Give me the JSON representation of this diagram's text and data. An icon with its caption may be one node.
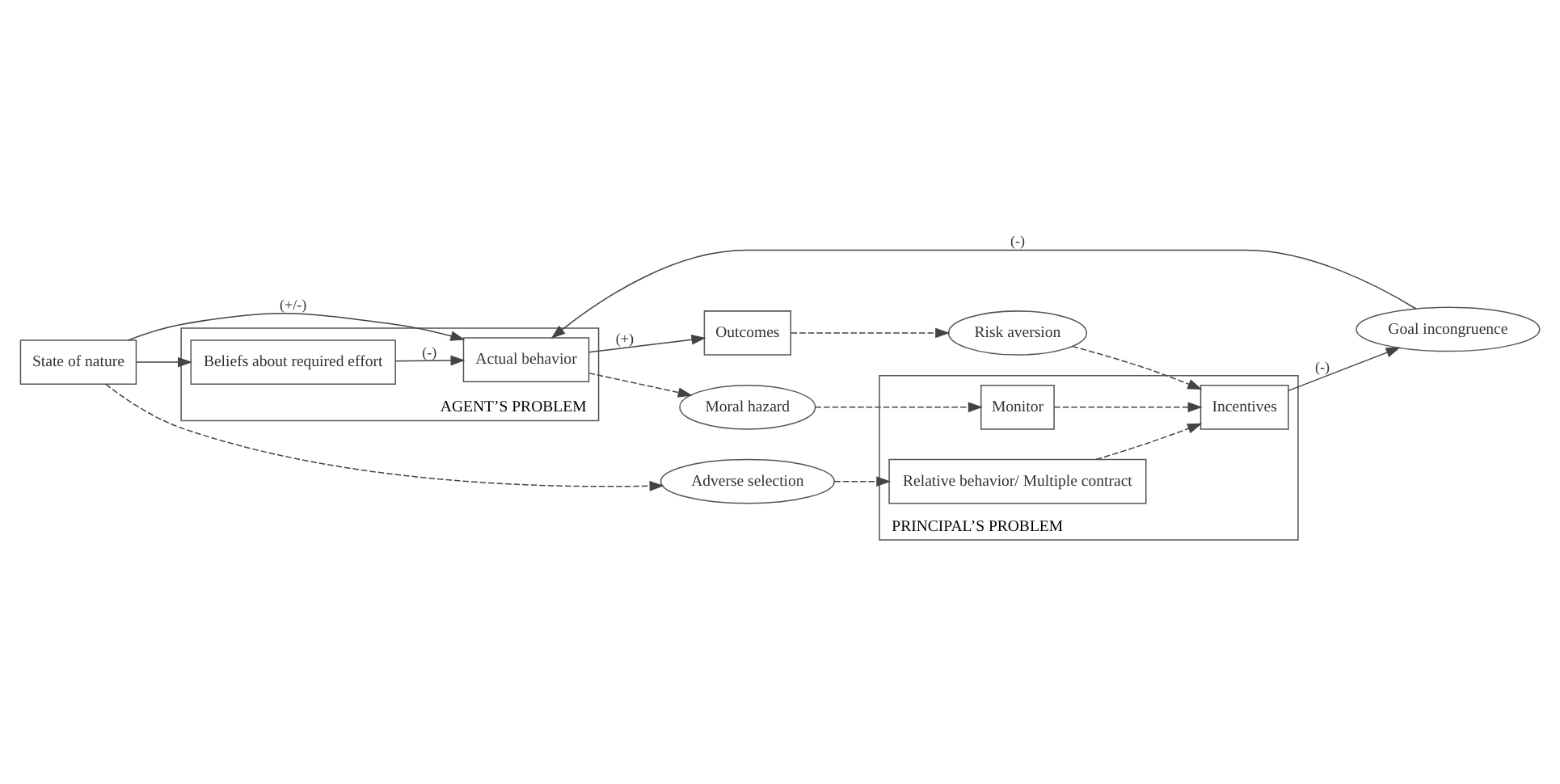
{
  "diagram": {
    "nodes": [
      {
        "text": [
          "State of nature"
        ]
      },
      {
        "text": [
          "PRINCIPAL’S PROBLEM"
        ]
      },
      {
        "text": [
          "Relative behavior/ Multiple contract"
        ],
        "in": 1
      },
      {
        "text": [
          "Incentives"
        ],
        "in": 1
      },
      {
        "text": [
          "Monitor"
        ],
        "in": 1
      },
      {
        "text": [
          "AGENT’S PROBLEM"
        ]
      },
      {
        "text": [
          "Beliefs about required effort"
        ],
        "in": 5
      },
      {
        "text": [
          "Actual behavior"
        ],
        "in": 5
      },
      {
        "text": [
          "Adverse selection"
        ]
      },
      {
        "text": [
          "Goal incongruence"
        ]
      },
      {
        "text": [
          "Moral hazard"
        ]
      },
      {
        "text": [
          "Risk aversion"
        ]
      },
      {
        "text": [
          "Outcomes"
        ]
      }
    ],
    "edges": [
      {
        "from": 0,
        "to": 8,
        "arrow": "to",
        "style": "dashed"
      },
      {
        "from": 0,
        "to": 6,
        "arrow": "to"
      },
      {
        "from": 0,
        "to": 7,
        "arrow": "to",
        "label": "(+/-)"
      },
      {
        "from": 8,
        "to": 2,
        "arrow": "to",
        "style": "dashed"
      },
      {
        "from": 2,
        "to": 3,
        "arrow": "to",
        "style": "dashed"
      },
      {
        "from": 3,
        "to": 9,
        "arrow": "to",
        "label": "(-)"
      },
      {
        "from": 6,
        "to": 7,
        "arrow": "to",
        "label": "(-)"
      },
      {
        "from": 9,
        "to": 7,
        "arrow": "to",
        "label": "(-)"
      },
      {
        "from": 7,
        "to": 12,
        "arrow": "to",
        "label": "(+)"
      },
      {
        "from": 7,
        "to": 10,
        "arrow": "to",
        "style": "dashed"
      },
      {
        "from": 10,
        "to": 4,
        "arrow": "to",
        "style": "dashed"
      },
      {
        "from": 4,
        "to": 3,
        "arrow": "to",
        "style": "dashed"
      },
      {
        "from": 12,
        "to": 11,
        "arrow": "to",
        "style": "dashed"
      },
      {
        "from": 11,
        "to": 3,
        "arrow": "to",
        "style": "dashed"
      }
    ]
  }
}
